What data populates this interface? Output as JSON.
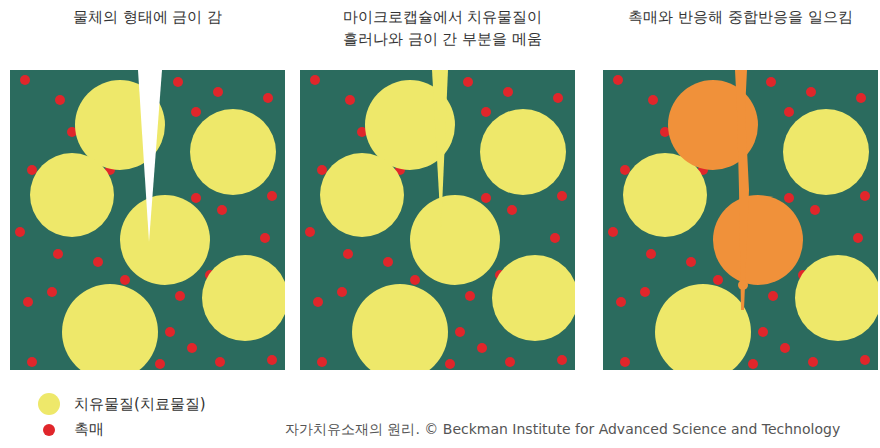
{
  "diagram": {
    "caption": "자가치유소재의 원리. © Beckman Institute for Advanced Science and Technology",
    "nodes": [
      {
        "text": [
          "물체의 형태에 금이 감"
        ]
      },
      {
        "text": [
          "마이크로캡슐에서 치유물질이 흘러나와 금이 간 부분을 메움"
        ]
      },
      {
        "text": [
          "촉매와 반응해 중합반응을 일으킴"
        ]
      }
    ],
    "legend": [
      {
        "text": "치유물질(치료물질)",
        "color": "#eee86a"
      },
      {
        "text": "촉매",
        "color": "#e0262b"
      }
    ]
  }
}
